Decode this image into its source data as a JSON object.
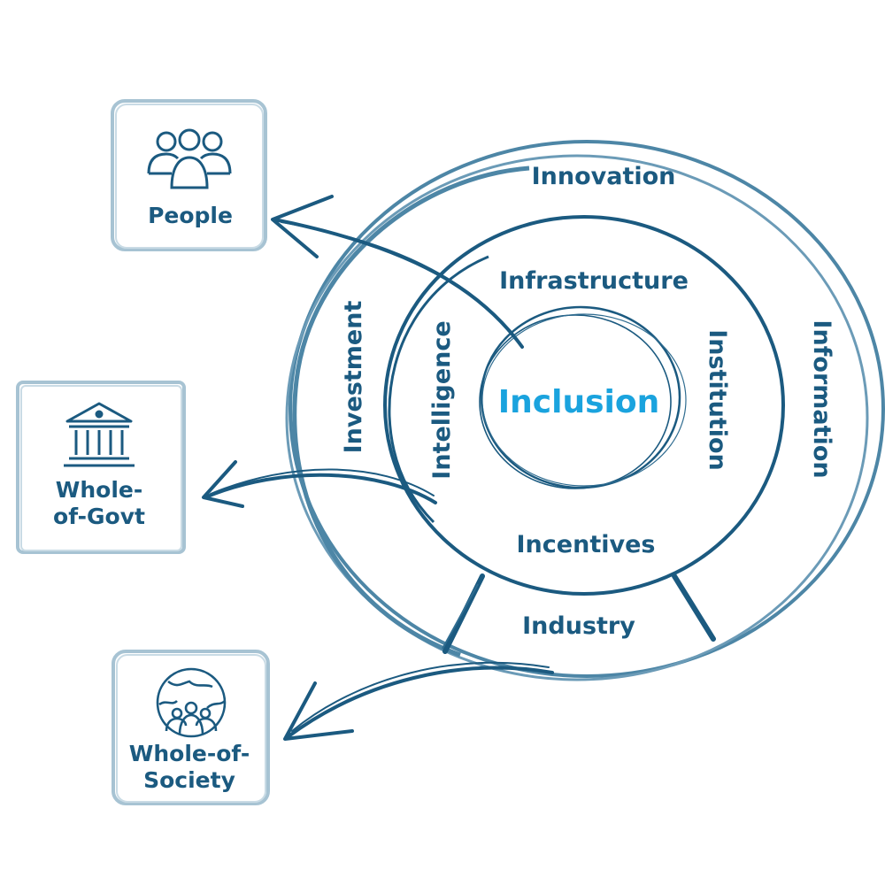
{
  "colors": {
    "dark": "#1b5a80",
    "mid": "#4d86a6",
    "light": "#a7c3d3",
    "accent": "#1aa3de"
  },
  "center": {
    "label": "Inclusion"
  },
  "inner_ring": {
    "top": "Infrastructure",
    "left": "Intelligence",
    "right": "Institution",
    "bottom": "Incentives"
  },
  "outer_ring": {
    "top": "Innovation",
    "left": "Investment",
    "right": "Information",
    "bottom": "Industry"
  },
  "boxes": [
    {
      "id": "people",
      "label_lines": [
        "People"
      ],
      "icon": "people-group-icon"
    },
    {
      "id": "whole-of-govt",
      "label_lines": [
        "Whole-",
        "of-Govt"
      ],
      "icon": "government-building-icon"
    },
    {
      "id": "whole-of-society",
      "label_lines": [
        "Whole-of-",
        "Society"
      ],
      "icon": "globe-community-icon"
    }
  ]
}
